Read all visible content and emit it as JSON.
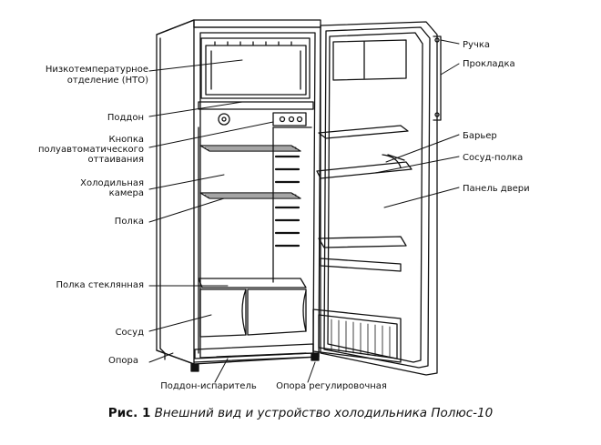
{
  "labels": {
    "low_temp_1": "Низкотемпературное",
    "low_temp_2": "отделение (НТО)",
    "tray": "Поддон",
    "button_1": "Кнопка",
    "button_2": "полуавтоматического",
    "button_3": "оттаивания",
    "chamber_1": "Холодильная",
    "chamber_2": "камера",
    "shelf": "Полка",
    "glass_shelf": "Полка стеклянная",
    "vessel": "Сосуд",
    "support": "Опора",
    "evap_tray": "Поддон-испаритель",
    "adj_support": "Опора регулировочная",
    "handle": "Ручка",
    "gasket": "Прокладка",
    "barrier": "Барьер",
    "vessel_shelf": "Сосуд-полка",
    "door_panel": "Панель двери"
  },
  "caption": {
    "prefix": "Рис. 1",
    "text": "Внешний вид и устройство холодильника Полюс-10"
  }
}
